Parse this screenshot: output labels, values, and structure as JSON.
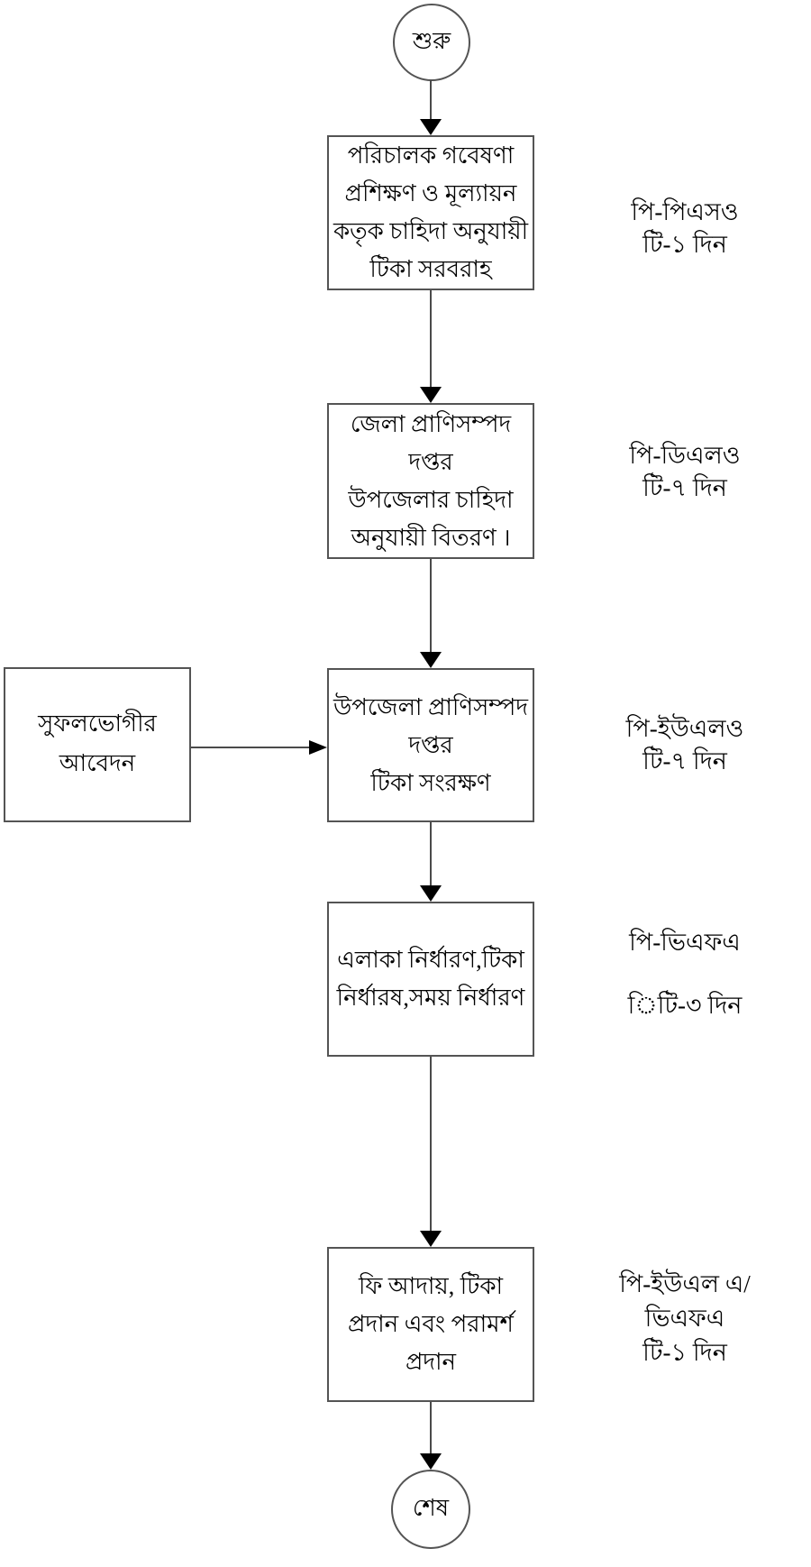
{
  "flow": {
    "start_label": "শুরু",
    "end_label": "শেষ",
    "input_box": {
      "label": "সুফলভোগীর আবেদন"
    },
    "steps": [
      {
        "box_lines": [
          "পরিচালক গবেষণা",
          "প্রশিক্ষণ ও মূল্যায়ন",
          "কতৃক চাহিদা অনুযায়ী",
          "টিকা সরবরাহ"
        ],
        "side_lines": [
          "পি-পিএসও",
          "টি-১ দিন"
        ]
      },
      {
        "box_lines": [
          "জেলা প্রাণিসম্পদ দপ্তর",
          "উপজেলার চাহিদা",
          "অনুযায়ী বিতরণ ।"
        ],
        "side_lines": [
          "পি-ডিএলও",
          "টি-৭ দিন"
        ]
      },
      {
        "box_lines": [
          "উপজেলা প্রাণিসম্পদ",
          "দপ্তর",
          "টিকা সংরক্ষণ"
        ],
        "side_lines": [
          "পি-ইউএলও",
          "টি-৭ দিন"
        ]
      },
      {
        "box_lines": [
          "এলাকা নির্ধারণ,টিকা",
          "নির্ধারষ,সময় নির্ধারণ"
        ],
        "side_lines": [
          "পি-ভিএফএ",
          "িটি-৩ দিন"
        ]
      },
      {
        "box_lines": [
          "ফি আদায়, টিকা",
          "প্রদান এবং পরামর্শ",
          "প্রদান"
        ],
        "side_lines": [
          "পি-ইউএল এ/",
          "ভিএফএ",
          "টি-১ দিন"
        ]
      }
    ],
    "colors": {
      "line": "#4a4a4a",
      "border": "#545454",
      "text": "#000000",
      "background": "#ffffff",
      "arrowhead": "#000000"
    }
  }
}
